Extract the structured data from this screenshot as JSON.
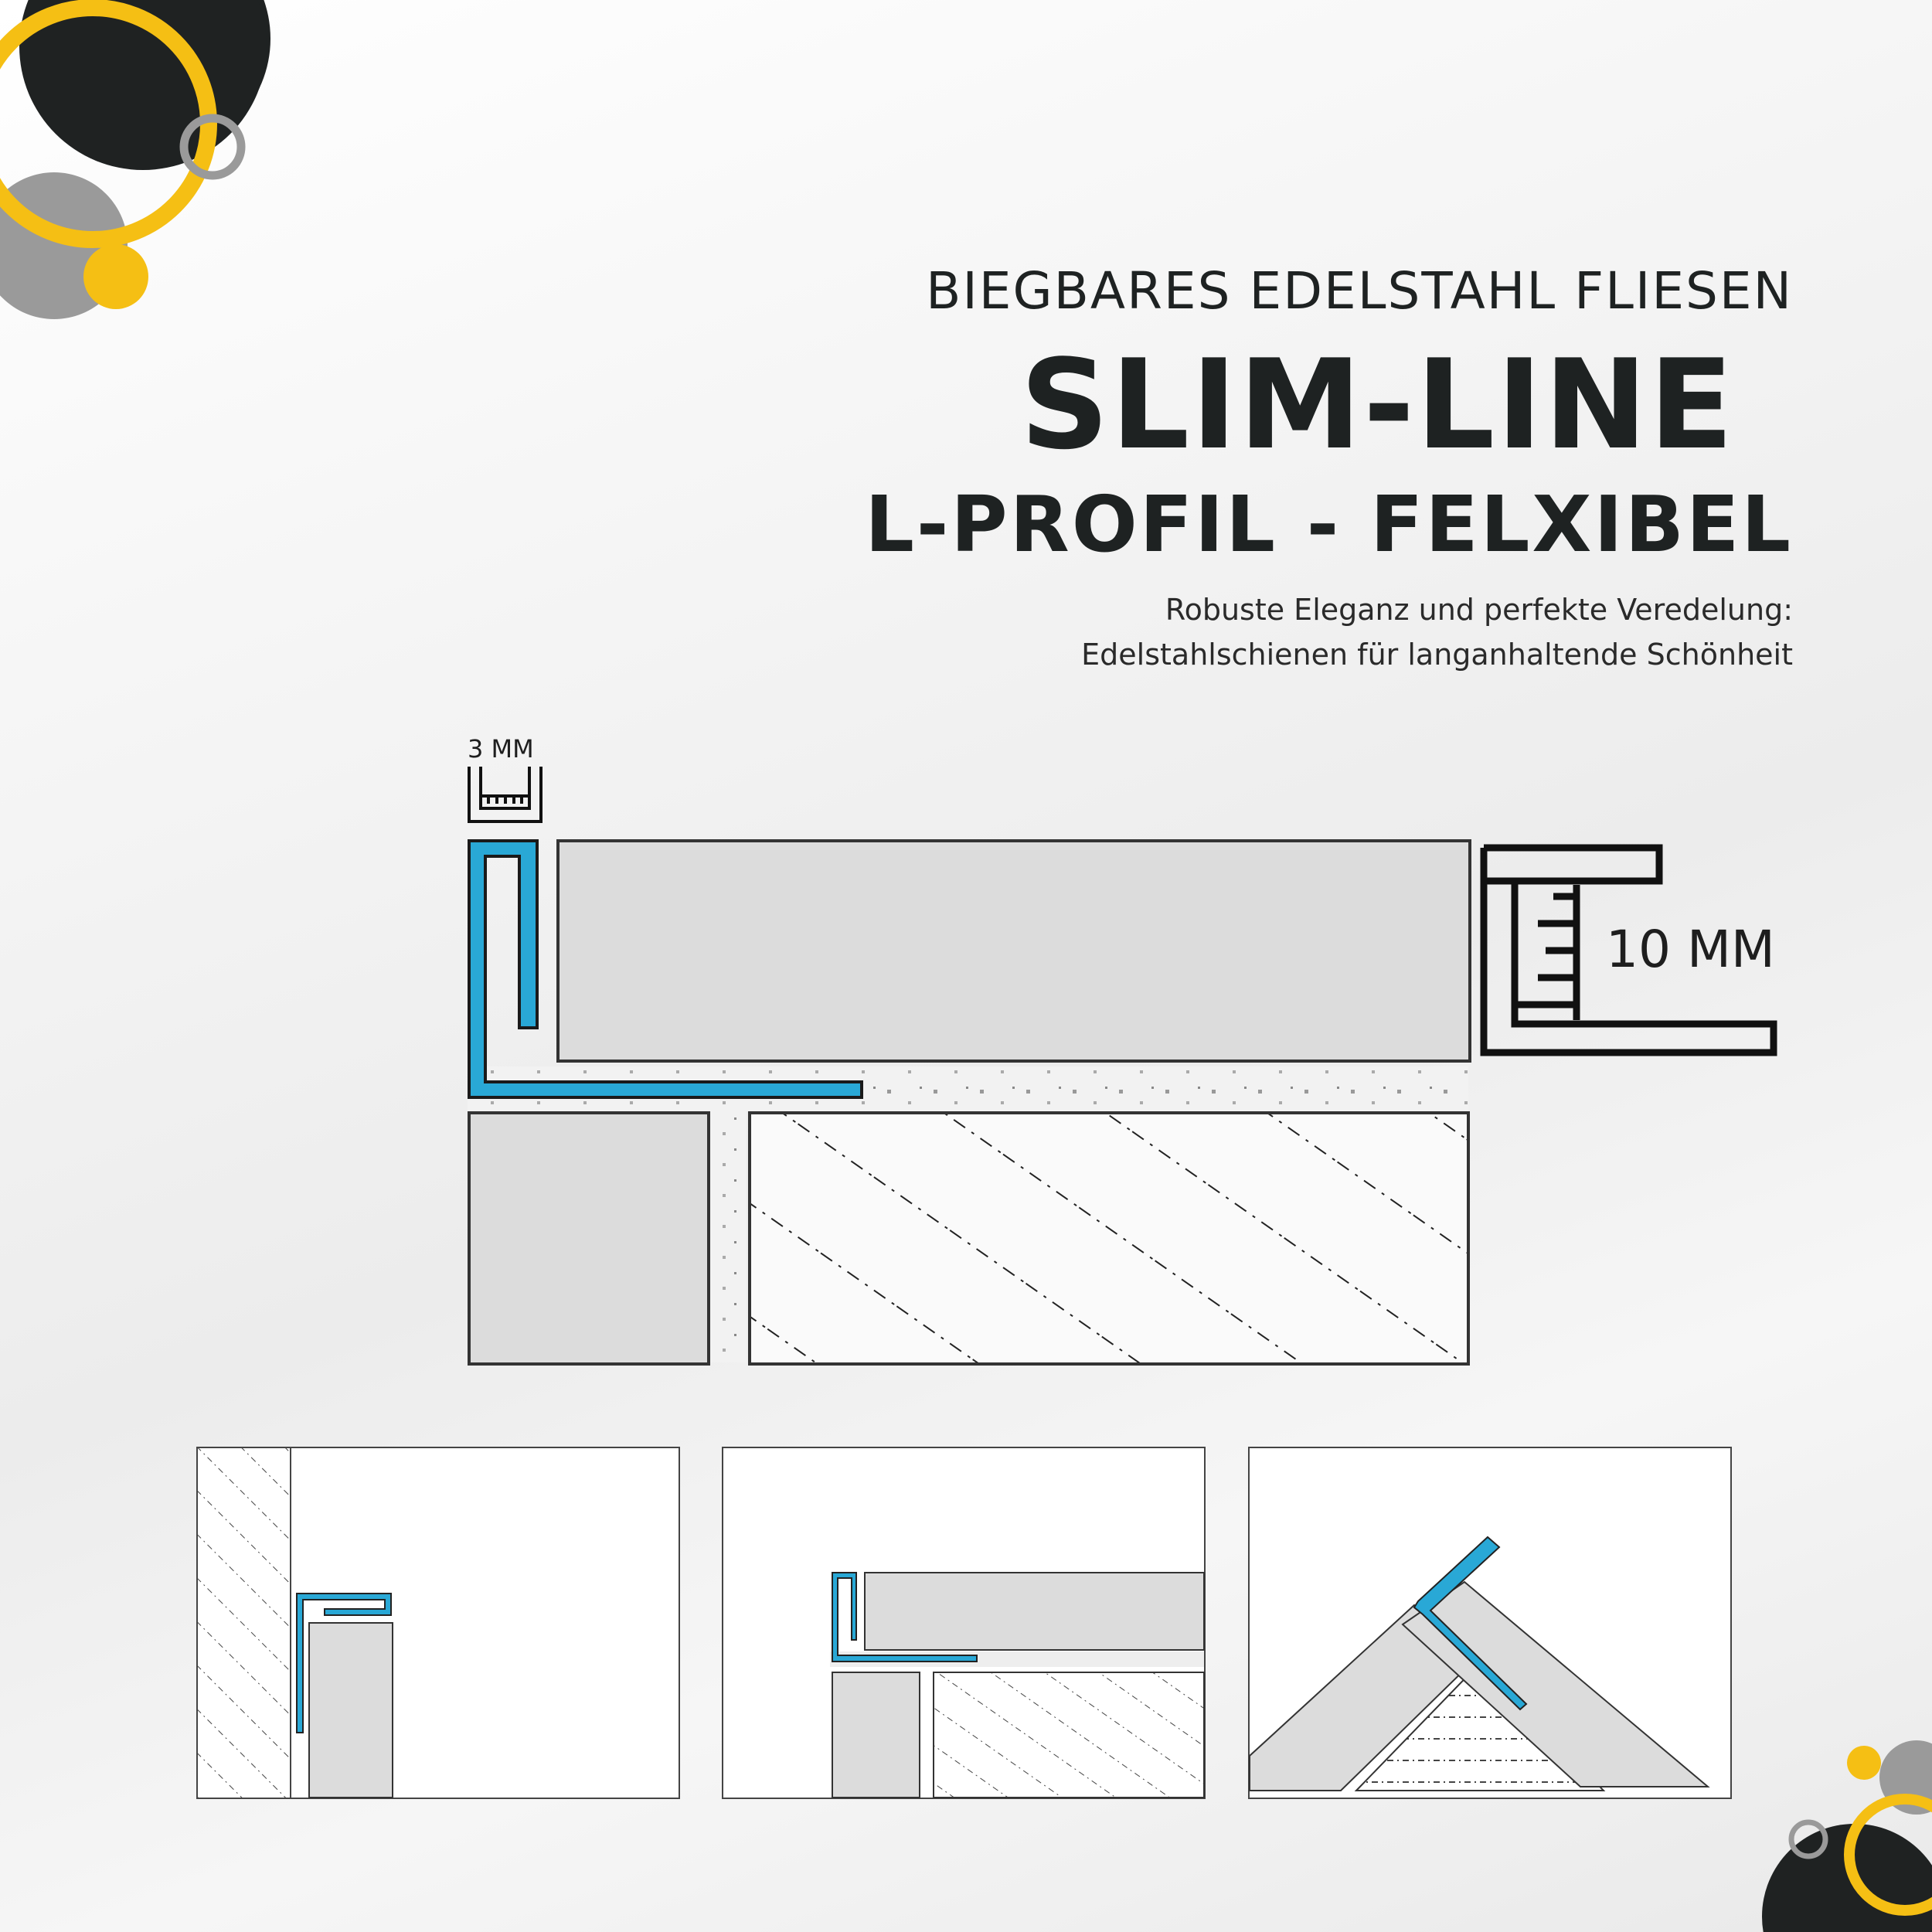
{
  "header": {
    "subtitle": "BIEGBARES EDELSTAHL FLIESEN",
    "title": "SLIM-LINE",
    "profile": "L-PROFIL - FELXIBEL"
  },
  "tagline": {
    "line1": "Robuste Eleganz und perfekte Veredelung:",
    "line2": "Edelstahlschienen für langanhaltende Schönheit"
  },
  "dimensions": {
    "width_label": "3 MM",
    "height_label": "10 MM"
  },
  "colors": {
    "profile_blue": "#29a8d6",
    "accent_yellow": "#f5bf14",
    "dark": "#1e2222",
    "tile_gray": "#dcdcdc"
  },
  "applications": [
    {
      "name": "wall-edge"
    },
    {
      "name": "floor-step"
    },
    {
      "name": "outer-corner"
    }
  ]
}
